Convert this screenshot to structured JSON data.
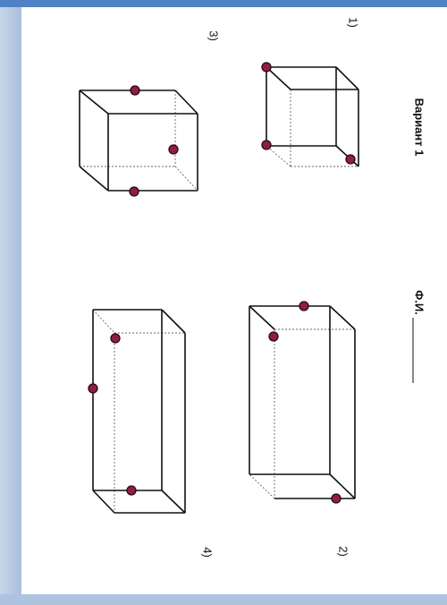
{
  "document": {
    "title": "Вариант 1",
    "name_label": "Ф.И."
  },
  "figures": [
    {
      "number": "1)",
      "shape": "cube",
      "marked_points": 3
    },
    {
      "number": "2)",
      "shape": "rectangular-prism",
      "marked_points": 3
    },
    {
      "number": "3)",
      "shape": "cube",
      "marked_points": 3
    },
    {
      "number": "4)",
      "shape": "rectangular-prism",
      "marked_points": 3
    }
  ],
  "colors": {
    "point_fill": "#8f1d49",
    "frame_blue": "#4f82c4",
    "frame_light": "#b9cce4"
  }
}
